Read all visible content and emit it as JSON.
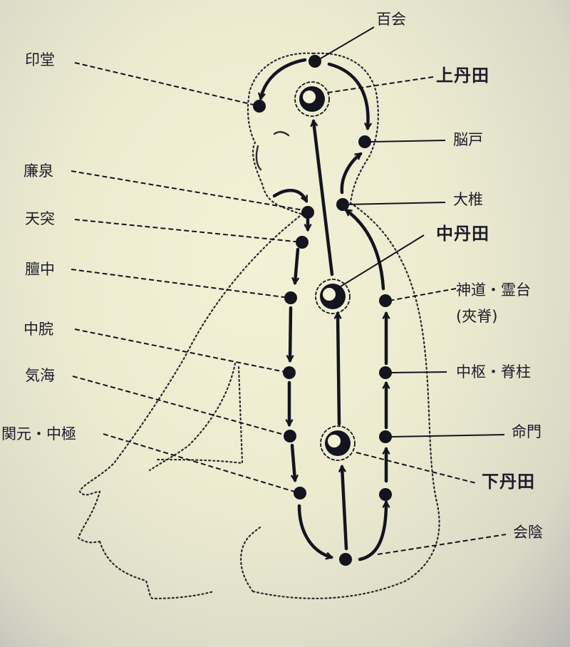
{
  "diagram": {
    "type": "seated figure with microcosmic orbit energy points",
    "colors": {
      "background": "#ecebd0",
      "ink": "#141420"
    },
    "labels": {
      "baihui": "百会",
      "yintang": "印堂",
      "upper_dantian": "上丹田",
      "naohu": "脳戸",
      "lianquan": "廉泉",
      "dazhui": "大椎",
      "tiantu": "天突",
      "middle_dantian": "中丹田",
      "danzhong": "膻中",
      "shendao_lingtai": "神道・霊台",
      "jiaji": "(夾脊)",
      "zhongwan": "中脘",
      "zhongshu_jizhu": "中枢・脊柱",
      "qihai": "気海",
      "mingmen": "命門",
      "guanyuan_zhongji": "関元・中極",
      "lower_dantian": "下丹田",
      "huiyin": "会陰"
    },
    "front_channel_points": [
      "印堂",
      "廉泉",
      "天突",
      "膻中",
      "中脘",
      "気海",
      "関元・中極",
      "会陰"
    ],
    "back_channel_points": [
      "会陰",
      "命門",
      "中枢・脊柱",
      "神道・霊台",
      "大椎",
      "脳戸",
      "百会"
    ],
    "dantian_points": [
      "上丹田",
      "中丹田",
      "下丹田"
    ]
  }
}
